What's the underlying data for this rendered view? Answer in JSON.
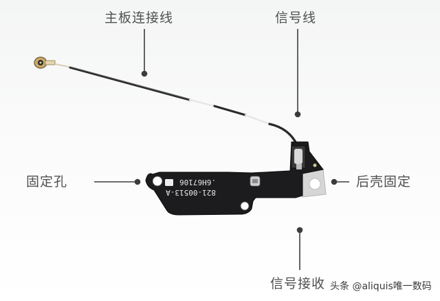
{
  "diagram": {
    "subject": "antenna signal cable with bracket",
    "labels": {
      "mainboard_cable": "主板连接线",
      "signal_cable": "信号线",
      "mounting_hole": "固定孔",
      "back_cover_mount": "后壳固定",
      "signal_receiver": "信号接收"
    },
    "board_print": {
      "line1": "821-00513-A",
      "line2": ".6H67106"
    },
    "colors": {
      "label_text": "#505050",
      "leader_line": "#3c3c3c",
      "bracket": "#1c1c1e",
      "metal_tab": "#d6d6d6"
    }
  },
  "watermark": {
    "text": "头条 @aliquis唯一数码"
  }
}
